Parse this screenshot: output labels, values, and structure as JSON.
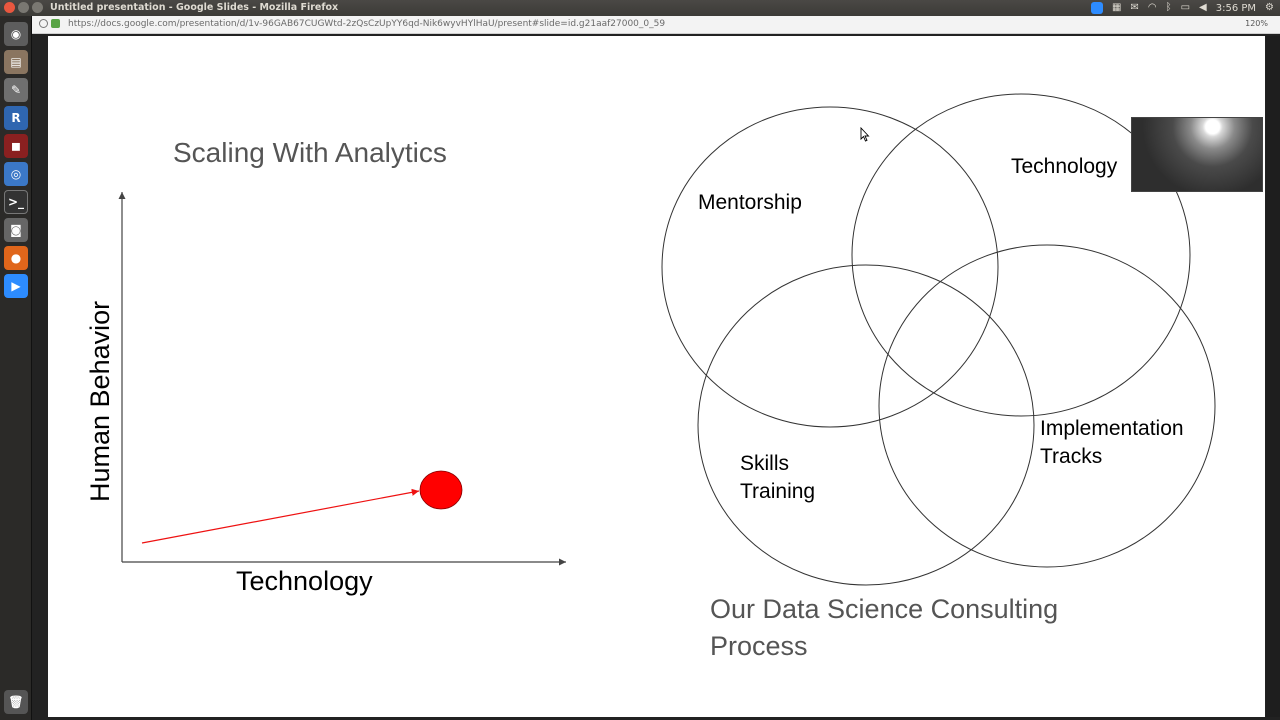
{
  "window": {
    "title": "Untitled presentation - Google Slides - Mozilla Firefox"
  },
  "tray": {
    "time": "3:56 PM"
  },
  "browser": {
    "url": "https://docs.google.com/presentation/d/1v-96GAB67CUGWtd-2zQsCzUpYY6qd-Nik6wyvHYlHaU/present#slide=id.g21aaf27000_0_59",
    "zoom": "120%"
  },
  "launcher": {
    "items": [
      "dash-icon",
      "files-icon",
      "text-editor-icon",
      "r-icon",
      "app-icon",
      "chrome-icon",
      "terminal-icon",
      "camera-icon",
      "firefox-icon",
      "zoom-icon",
      "trash-icon"
    ]
  },
  "slide": {
    "left_title": "Scaling With Analytics",
    "y_axis_label": "Human Behavior",
    "x_axis_label": "Technology",
    "venn": {
      "labels": {
        "mentorship": "Mentorship",
        "technology": "Technology",
        "skills_line1": "Skills",
        "skills_line2": "Training",
        "impl_line1": "Implementation",
        "impl_line2": "Tracks"
      },
      "caption_line1": "Our Data Science Consulting",
      "caption_line2": "Process"
    },
    "colors": {
      "arrow": "#ee1111",
      "dot": "#ff0000"
    }
  }
}
